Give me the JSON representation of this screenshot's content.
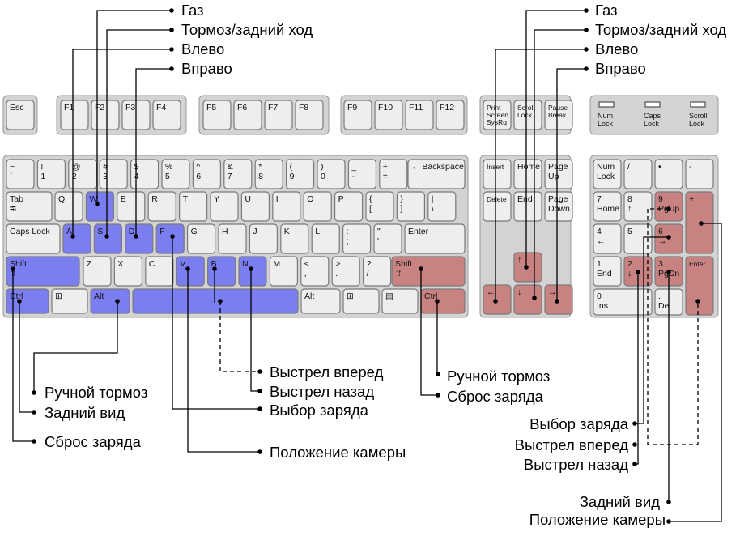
{
  "colors": {
    "blue": "#7b7ef0",
    "red": "#c98282",
    "key": "#eeeeee",
    "key_border": "#7a7a7a",
    "panel": "#d3d3d3",
    "line": "#000000"
  },
  "keys": {
    "esc": "Esc",
    "f1": "F1",
    "f2": "F2",
    "f3": "F3",
    "f4": "F4",
    "f5": "F5",
    "f6": "F6",
    "f7": "F7",
    "f8": "F8",
    "f9": "F9",
    "f10": "F10",
    "f11": "F11",
    "f12": "F12",
    "prtsc": "Print\nScreen\nSysRq",
    "scroll": "Scroll\nLock",
    "pause": "Pause\nBreak",
    "tilde": "~\n`",
    "k1": "!\n1",
    "k2": "@\n2",
    "k3": "#\n3",
    "k4": "$\n4",
    "k5": "%\n5",
    "k6": "^\n6",
    "k7": "&\n7",
    "k8": "*\n8",
    "k9": "(\n9",
    "k0": ")\n0",
    "minus": "_\n-",
    "plus": "+\n=",
    "backspace": "← Backspace",
    "tab": "Tab\n⭾",
    "q": "Q",
    "w": "W",
    "e": "E",
    "r": "R",
    "t": "T",
    "y": "Y",
    "u": "U",
    "i": "I",
    "o": "O",
    "p": "P",
    "lbr": "{\n[",
    "rbr": "}\n]",
    "bslash": "|\n\\",
    "caps": "Caps Lock",
    "a": "A",
    "s": "S",
    "d": "D",
    "f": "F",
    "g": "G",
    "h": "H",
    "j": "J",
    "k": "K",
    "l": "L",
    "semi": ":\n;",
    "quote": "\"\n'",
    "enter": "Enter",
    "lshift": "Shift\n⇧",
    "z": "Z",
    "x": "X",
    "c": "C",
    "v": "V",
    "b": "B",
    "n": "N",
    "m": "M",
    "comma": "<\n,",
    "period": ">\n.",
    "slash": "?\n/",
    "rshift": "Shift\n⇧",
    "lctrl": "Ctrl",
    "lwin": "⊞",
    "lalt": "Alt",
    "space": "",
    "ralt": "Alt",
    "rwin": "⊞",
    "menu": "▤",
    "rctrl": "Ctrl",
    "insert": "Insert",
    "home": "Home",
    "pgup": "Page\nUp",
    "delete": "Delete",
    "end": "End",
    "pgdn": "Page\nDown",
    "up": "↑",
    "left": "←",
    "down": "↓",
    "right": "→",
    "numlock": "Num\nLock",
    "ndiv": "/",
    "nmul": "•",
    "nminus": "-",
    "n7": "7\nHome",
    "n8": "8\n↑",
    "n9": "9\nPgUp",
    "nplus": "+",
    "n4": "4\n←",
    "n5": "5",
    "n6": "6\n→",
    "n1": "1\nEnd",
    "n2": "2\n↓",
    "n3": "3\nPgDn",
    "nenter": "Enter",
    "n0": "0\nIns",
    "ndot": ".\nDel"
  },
  "leds": {
    "num": "Num\nLock",
    "caps": "Caps\nLock",
    "scroll": "Scroll\nLock"
  },
  "labels": {
    "gas_l": "Газ",
    "brake_l": "Тормоз/задний ход",
    "left_l": "Влево",
    "right_l": "Вправо",
    "gas_r": "Газ",
    "brake_r": "Тормоз/задний ход",
    "left_r": "Влево",
    "right_r": "Вправо",
    "handbrake_l": "Ручной тормоз",
    "rearview_l": "Задний вид",
    "reset_l": "Сброс заряда",
    "shoot_fwd_c": "Выстрел вперед",
    "shoot_back_c": "Выстрел назад",
    "select_c": "Выбор заряда",
    "camera_c": "Положение камеры",
    "handbrake_r": "Ручной тормоз",
    "reset_r": "Сброс заряда",
    "select_r": "Выбор заряда",
    "shoot_fwd_r": "Выстрел вперед",
    "shoot_back_r": "Выстрел назад",
    "rearview_r": "Задний вид",
    "camera_r": "Положение камеры"
  }
}
